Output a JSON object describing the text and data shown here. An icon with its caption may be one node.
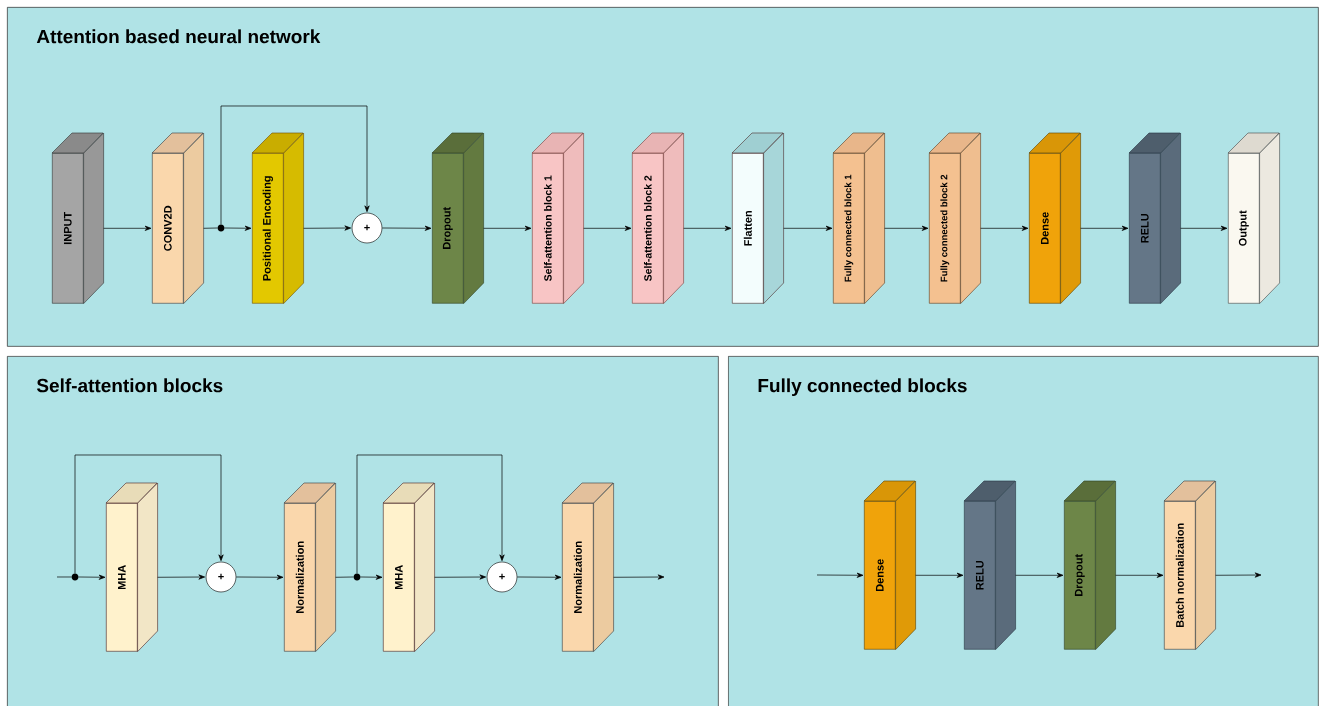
{
  "diagram": {
    "nodes": [
      {
        "text": [
          "Attention based neural network"
        ]
      },
      {
        "text": [
          "Self-attention blocks"
        ]
      },
      {
        "text": [
          "Fully connected blocks"
        ]
      },
      {
        "text": [
          "INPUT"
        ],
        "in": 0
      },
      {
        "text": [
          "CONV2D"
        ],
        "in": 0
      },
      {
        "text": [],
        "shape": "circle",
        "in": 0
      },
      {
        "text": [
          "Positional Encoding"
        ],
        "in": 0
      },
      {
        "text": [
          "+"
        ],
        "in": 0
      },
      {
        "text": [
          "Dropout"
        ],
        "in": 0
      },
      {
        "text": [
          "Self-attention block 1"
        ],
        "in": 0
      },
      {
        "text": [
          "Self-attention block 2"
        ],
        "in": 0
      },
      {
        "text": [
          "Flatten"
        ],
        "in": 0
      },
      {
        "text": [
          "Fully connected block 1"
        ],
        "in": 0
      },
      {
        "text": [
          "Fully connected block 2"
        ],
        "in": 0
      },
      {
        "text": [
          "Dense"
        ],
        "in": 0
      },
      {
        "text": [
          "RELU"
        ],
        "in": 0
      },
      {
        "text": [
          "Output"
        ],
        "in": 0
      },
      {
        "text": [],
        "shape": "circle",
        "in": 1
      },
      {
        "text": [
          "MHA"
        ],
        "in": 1
      },
      {
        "text": [
          "+"
        ],
        "in": 1
      },
      {
        "text": [
          "Normalization"
        ],
        "in": 1
      },
      {
        "text": [],
        "shape": "circle",
        "in": 1
      },
      {
        "text": [
          "MHA"
        ],
        "in": 1
      },
      {
        "text": [
          "+"
        ],
        "in": 1
      },
      {
        "text": [
          "Normalization"
        ],
        "in": 1
      },
      {
        "text": [
          "Dense"
        ],
        "in": 2
      },
      {
        "text": [
          "RELU"
        ],
        "in": 2
      },
      {
        "text": [
          "Dropout"
        ],
        "in": 2
      },
      {
        "text": [
          "Batch normalization"
        ],
        "in": 2
      }
    ],
    "edges": [
      {
        "from": 3,
        "to": 4,
        "arrow": "to"
      },
      {
        "from": 4,
        "to": 5,
        "arrow": "none"
      },
      {
        "from": 5,
        "to": 6,
        "arrow": "to"
      },
      {
        "from": 5,
        "to": 7,
        "arrow": "to"
      },
      {
        "from": 6,
        "to": 7,
        "arrow": "to"
      },
      {
        "from": 7,
        "to": 8,
        "arrow": "to"
      },
      {
        "from": 8,
        "to": 9,
        "arrow": "to"
      },
      {
        "from": 9,
        "to": 10,
        "arrow": "to"
      },
      {
        "from": 10,
        "to": 11,
        "arrow": "to"
      },
      {
        "from": 11,
        "to": 12,
        "arrow": "to"
      },
      {
        "from": 12,
        "to": 13,
        "arrow": "to"
      },
      {
        "from": 13,
        "to": 14,
        "arrow": "to"
      },
      {
        "from": 14,
        "to": 15,
        "arrow": "to"
      },
      {
        "from": 15,
        "to": 16,
        "arrow": "to"
      },
      {
        "from": null,
        "to": 17,
        "arrow": "none"
      },
      {
        "from": 17,
        "to": 18,
        "arrow": "to"
      },
      {
        "from": 17,
        "to": 19,
        "arrow": "to"
      },
      {
        "from": 18,
        "to": 19,
        "arrow": "to"
      },
      {
        "from": 19,
        "to": 20,
        "arrow": "to"
      },
      {
        "from": 20,
        "to": 21,
        "arrow": "none"
      },
      {
        "from": 21,
        "to": 22,
        "arrow": "to"
      },
      {
        "from": 21,
        "to": 23,
        "arrow": "to"
      },
      {
        "from": 22,
        "to": 23,
        "arrow": "to"
      },
      {
        "from": 23,
        "to": 24,
        "arrow": "to"
      },
      {
        "from": 24,
        "to": null,
        "arrow": "to"
      },
      {
        "from": null,
        "to": 25,
        "arrow": "to"
      },
      {
        "from": 25,
        "to": 26,
        "arrow": "to"
      },
      {
        "from": 26,
        "to": 27,
        "arrow": "to"
      },
      {
        "from": 27,
        "to": 28,
        "arrow": "to"
      },
      {
        "from": 28,
        "to": null,
        "arrow": "to"
      }
    ]
  }
}
